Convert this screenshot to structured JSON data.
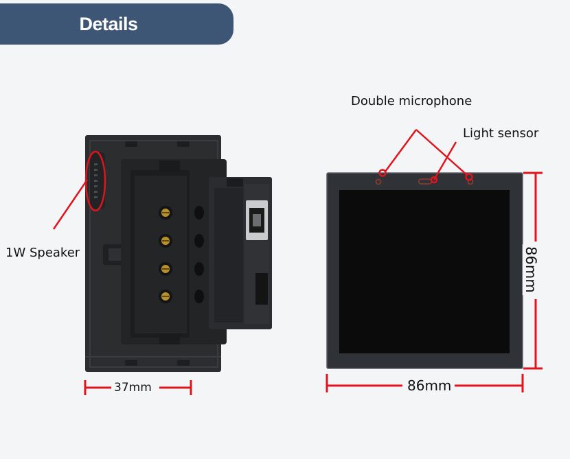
{
  "header": {
    "title": "Details"
  },
  "labels": {
    "speaker": "1W Speaker",
    "microphone": "Double microphone",
    "light_sensor": "Light sensor"
  },
  "dimensions": {
    "depth": "37mm",
    "width": "86mm",
    "height": "86mm"
  },
  "colors": {
    "accent": "#e0141c",
    "header": "#3d5675",
    "device_body": "#2b2d2f",
    "screen": "#0b0b0b"
  }
}
